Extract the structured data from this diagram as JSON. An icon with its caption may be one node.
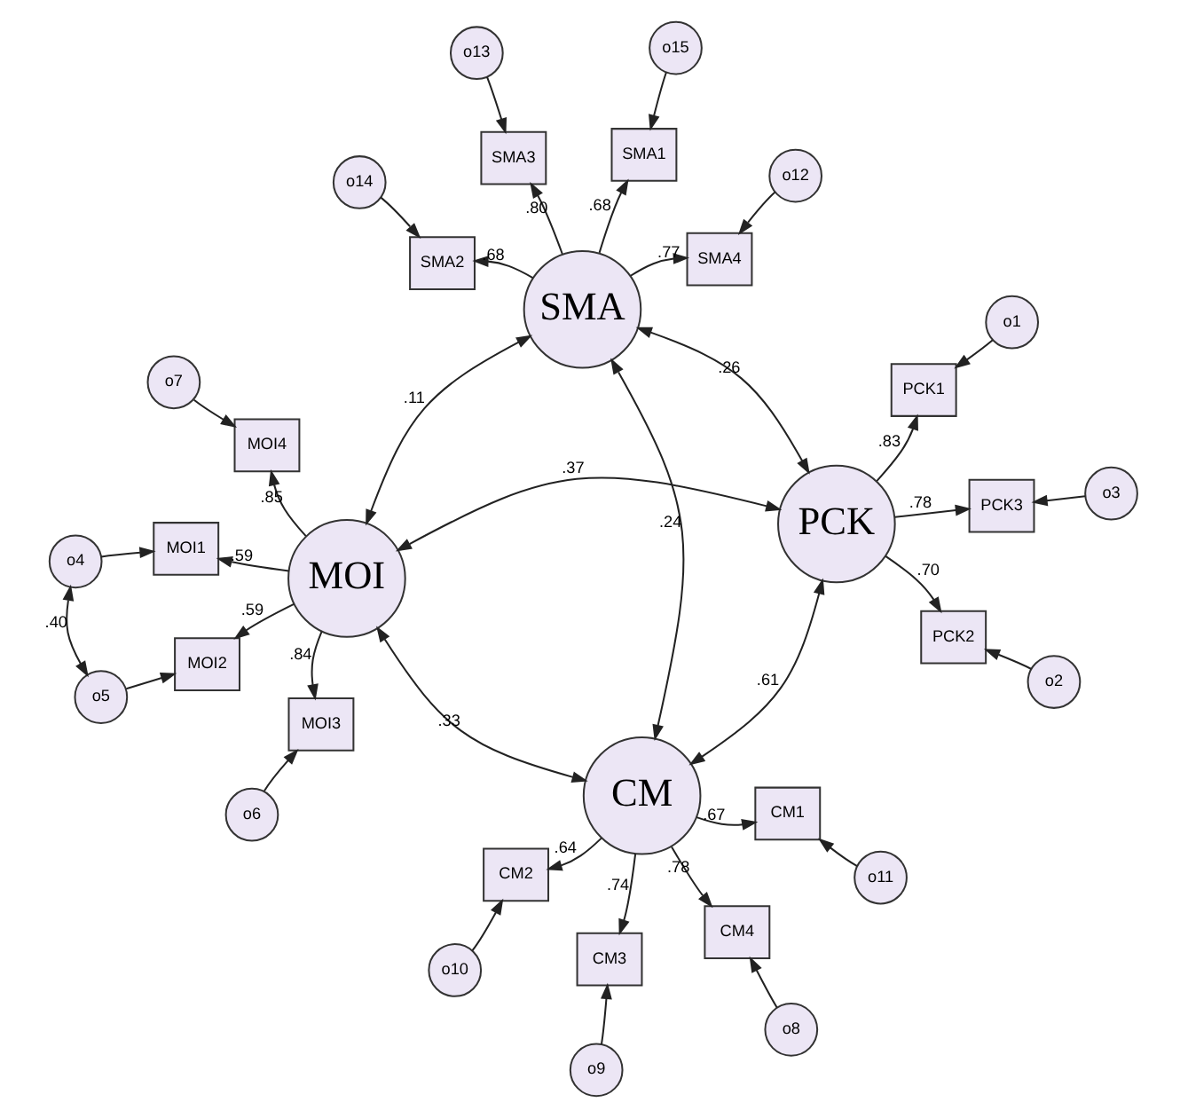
{
  "diagram": {
    "nodes": [
      {
        "text": [
          "o4"
        ]
      },
      {
        "text": [
          "o5"
        ]
      },
      {
        "text": [
          "o6"
        ]
      },
      {
        "text": [
          "o7"
        ]
      },
      {
        "text": [
          "MOI1"
        ]
      },
      {
        "text": [
          "MOI2"
        ]
      },
      {
        "text": [
          "MOI3"
        ]
      },
      {
        "text": [
          "MOI4"
        ]
      },
      {
        "text": [
          "MOI"
        ]
      },
      {
        "text": [
          "o3"
        ]
      },
      {
        "text": [
          "PCK3"
        ]
      },
      {
        "text": [
          "PCK"
        ]
      },
      {
        "text": [
          "SMA4"
        ]
      },
      {
        "text": [
          "o12"
        ]
      },
      {
        "text": [
          "o2"
        ]
      },
      {
        "text": [
          "PCK2"
        ]
      },
      {
        "text": [
          "SMA"
        ]
      },
      {
        "text": [
          "SMA3"
        ]
      },
      {
        "text": [
          "o13"
        ]
      },
      {
        "text": [
          "o1"
        ]
      },
      {
        "text": [
          "PCK1"
        ]
      },
      {
        "text": [
          "SMA2"
        ]
      },
      {
        "text": [
          "o14"
        ]
      },
      {
        "text": [
          "CM"
        ]
      },
      {
        "text": [
          "SMA1"
        ]
      },
      {
        "text": [
          "o15"
        ]
      },
      {
        "text": [
          "CM1"
        ]
      },
      {
        "text": [
          "CM2"
        ]
      },
      {
        "text": [
          "CM3"
        ]
      },
      {
        "text": [
          "CM4"
        ]
      },
      {
        "text": [
          "o11"
        ]
      },
      {
        "text": [
          "o10"
        ]
      },
      {
        "text": [
          "o9"
        ]
      },
      {
        "text": [
          "o8"
        ]
      }
    ],
    "edges": [
      {
        "from": 0,
        "to": 1,
        "arrow": "both",
        "label": ".40"
      },
      {
        "from": 0,
        "to": 4,
        "arrow": "to"
      },
      {
        "from": 1,
        "to": 5,
        "arrow": "to"
      },
      {
        "from": 2,
        "to": 6,
        "arrow": "to"
      },
      {
        "from": 3,
        "to": 7,
        "arrow": "to"
      },
      {
        "from": 8,
        "to": 4,
        "arrow": "to",
        "label": ".59"
      },
      {
        "from": 8,
        "to": 5,
        "arrow": "to",
        "label": ".59"
      },
      {
        "from": 8,
        "to": 6,
        "arrow": "to",
        "label": ".84"
      },
      {
        "from": 8,
        "to": 7,
        "arrow": "to",
        "label": ".85"
      },
      {
        "from": 11,
        "to": 8,
        "arrow": "both",
        "label": ".37"
      },
      {
        "from": 8,
        "to": 16,
        "arrow": "both",
        "label": ".11"
      },
      {
        "from": 8,
        "to": 23,
        "arrow": "both",
        "label": ".33"
      },
      {
        "from": 11,
        "to": 16,
        "arrow": "both",
        "label": ".26"
      },
      {
        "from": 11,
        "to": 23,
        "arrow": "both",
        "label": ".61"
      },
      {
        "from": 23,
        "to": 16,
        "arrow": "both",
        "label": ".24"
      },
      {
        "from": 9,
        "to": 10,
        "arrow": "to"
      },
      {
        "from": 14,
        "to": 15,
        "arrow": "to"
      },
      {
        "from": 19,
        "to": 20,
        "arrow": "to"
      },
      {
        "from": 11,
        "to": 10,
        "arrow": "to",
        "label": ".78"
      },
      {
        "from": 11,
        "to": 15,
        "arrow": "to",
        "label": ".70"
      },
      {
        "from": 11,
        "to": 20,
        "arrow": "to",
        "label": ".83"
      },
      {
        "from": 16,
        "to": 12,
        "arrow": "to",
        "label": ".77"
      },
      {
        "from": 16,
        "to": 17,
        "arrow": "to",
        "label": ".80"
      },
      {
        "from": 16,
        "to": 21,
        "arrow": "to",
        "label": ".68"
      },
      {
        "from": 16,
        "to": 24,
        "arrow": "to",
        "label": ".68"
      },
      {
        "from": 13,
        "to": 12,
        "arrow": "to"
      },
      {
        "from": 18,
        "to": 17,
        "arrow": "to"
      },
      {
        "from": 22,
        "to": 21,
        "arrow": "to"
      },
      {
        "from": 25,
        "to": 24,
        "arrow": "to"
      },
      {
        "from": 23,
        "to": 26,
        "arrow": "to",
        "label": ".67"
      },
      {
        "from": 23,
        "to": 27,
        "arrow": "to",
        "label": ".64"
      },
      {
        "from": 23,
        "to": 28,
        "arrow": "to",
        "label": ".74"
      },
      {
        "from": 23,
        "to": 29,
        "arrow": "to",
        "label": ".78"
      },
      {
        "from": 30,
        "to": 26,
        "arrow": "to"
      },
      {
        "from": 31,
        "to": 27,
        "arrow": "to"
      },
      {
        "from": 32,
        "to": 28,
        "arrow": "to"
      },
      {
        "from": 33,
        "to": 29,
        "arrow": "to"
      }
    ]
  }
}
